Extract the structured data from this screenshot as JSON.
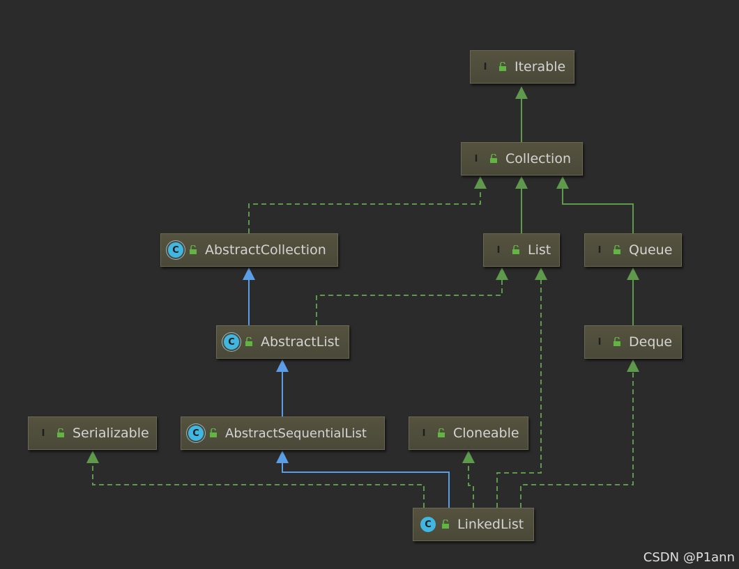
{
  "nodes": {
    "iterable": {
      "name": "Iterable",
      "kind": "interface",
      "badge": "I"
    },
    "collection": {
      "name": "Collection",
      "kind": "interface",
      "badge": "I"
    },
    "abstract_collection": {
      "name": "AbstractCollection",
      "kind": "abstract",
      "badge": "C"
    },
    "list": {
      "name": "List",
      "kind": "interface",
      "badge": "I"
    },
    "queue": {
      "name": "Queue",
      "kind": "interface",
      "badge": "I"
    },
    "abstract_list": {
      "name": "AbstractList",
      "kind": "abstract",
      "badge": "C"
    },
    "deque": {
      "name": "Deque",
      "kind": "interface",
      "badge": "I"
    },
    "serializable": {
      "name": "Serializable",
      "kind": "interface",
      "badge": "I"
    },
    "abstract_sequential_list": {
      "name": "AbstractSequentialList",
      "kind": "abstract",
      "badge": "C"
    },
    "cloneable": {
      "name": "Cloneable",
      "kind": "interface",
      "badge": "I"
    },
    "linked_list": {
      "name": "LinkedList",
      "kind": "class",
      "badge": "C"
    }
  },
  "edges": [
    {
      "from": "collection",
      "to": "iterable",
      "type": "extends-interface"
    },
    {
      "from": "abstract_collection",
      "to": "collection",
      "type": "implements"
    },
    {
      "from": "list",
      "to": "collection",
      "type": "extends-interface"
    },
    {
      "from": "queue",
      "to": "collection",
      "type": "extends-interface"
    },
    {
      "from": "abstract_list",
      "to": "abstract_collection",
      "type": "extends-class"
    },
    {
      "from": "abstract_list",
      "to": "list",
      "type": "implements"
    },
    {
      "from": "deque",
      "to": "queue",
      "type": "extends-interface"
    },
    {
      "from": "abstract_sequential_list",
      "to": "abstract_list",
      "type": "extends-class"
    },
    {
      "from": "linked_list",
      "to": "abstract_sequential_list",
      "type": "extends-class"
    },
    {
      "from": "linked_list",
      "to": "serializable",
      "type": "implements"
    },
    {
      "from": "linked_list",
      "to": "cloneable",
      "type": "implements"
    },
    {
      "from": "linked_list",
      "to": "list",
      "type": "implements"
    },
    {
      "from": "linked_list",
      "to": "deque",
      "type": "implements"
    }
  ],
  "colors": {
    "background": "#2b2b2b",
    "interface_edge": "#5f9a4c",
    "class_edge": "#5c9ee6",
    "interface_badge": "#62b543",
    "class_badge": "#40b6e0"
  },
  "watermark": "CSDN @P1ann"
}
